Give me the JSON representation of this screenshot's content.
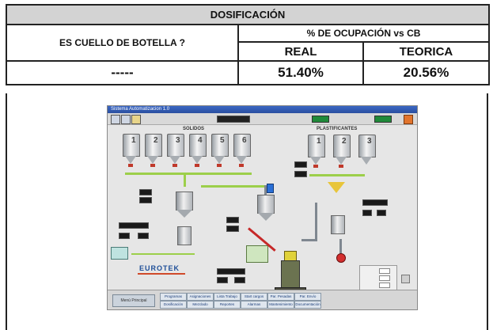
{
  "table": {
    "title": "DOSIFICACIÓN",
    "question_header": "ES CUELLO DE BOTELLA ?",
    "occupancy_header": "% DE OCUPACIÓN vs CB",
    "col_real": "REAL",
    "col_teorica": "TEORICA",
    "bottleneck_value": "-----",
    "real_value": "51.40%",
    "teorica_value": "20.56%"
  },
  "scada": {
    "window_title": "Sistema Automatizacion 1.0",
    "solids_label": "SOLIDOS",
    "plasticizers_label": "PLASTIFICANTES",
    "solid_silos": [
      "1",
      "2",
      "3",
      "4",
      "5",
      "6"
    ],
    "plasticizer_silos": [
      "1",
      "2",
      "3"
    ],
    "logo_text": "EUROTEK",
    "main_button": "Menú Principal",
    "nav_buttons": [
      "Programas",
      "Asignaciones",
      "Lista Trabajo",
      "Start cargos",
      "Par. Pesadas",
      "Par. Envío",
      "Dosificación",
      "Mezclado",
      "Reportes",
      "Alarmas",
      "Mantenimiento",
      "Documentación"
    ],
    "colors": {
      "pipe_green": "#9ccf4a",
      "valve_red": "#c0392b",
      "titlebar_blue": "#2a4fa0"
    }
  }
}
